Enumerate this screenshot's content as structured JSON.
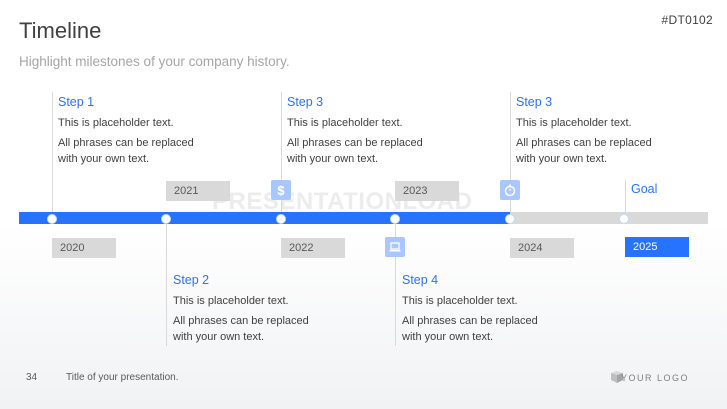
{
  "header": {
    "title": "Timeline",
    "subtitle": "Highlight milestones of your company history.",
    "code": "#DT0102"
  },
  "watermark": "PRESENTATIONLOAD",
  "timeline": {
    "years": [
      "2020",
      "2021",
      "2022",
      "2023",
      "2024",
      "2025"
    ],
    "highlight_year": "2025",
    "progress_fraction": 0.71,
    "goal_label": "Goal",
    "steps_top": [
      {
        "title": "Step 1",
        "line1": "This is placeholder text.",
        "line2": "All phrases can be replaced",
        "line3": "with your own text."
      },
      {
        "title": "Step 3",
        "line1": "This is placeholder text.",
        "line2": "All phrases can be replaced",
        "line3": "with your own text."
      },
      {
        "title": "Step 3",
        "line1": "This is placeholder text.",
        "line2": "All phrases can be replaced",
        "line3": "with your own text."
      }
    ],
    "steps_bottom": [
      {
        "title": "Step 2",
        "line1": "This is placeholder text.",
        "line2": "All phrases can be replaced",
        "line3": "with your own text."
      },
      {
        "title": "Step 4",
        "line1": "This is placeholder text.",
        "line2": "All phrases can be replaced",
        "line3": "with your own text."
      }
    ],
    "icons": {
      "dollar": "$"
    }
  },
  "footer": {
    "page_number": "34",
    "text": "Title of your presentation.",
    "logo": "YOUR LOGO"
  },
  "colors": {
    "accent": "#2673ff",
    "gray": "#d9d9d9"
  }
}
